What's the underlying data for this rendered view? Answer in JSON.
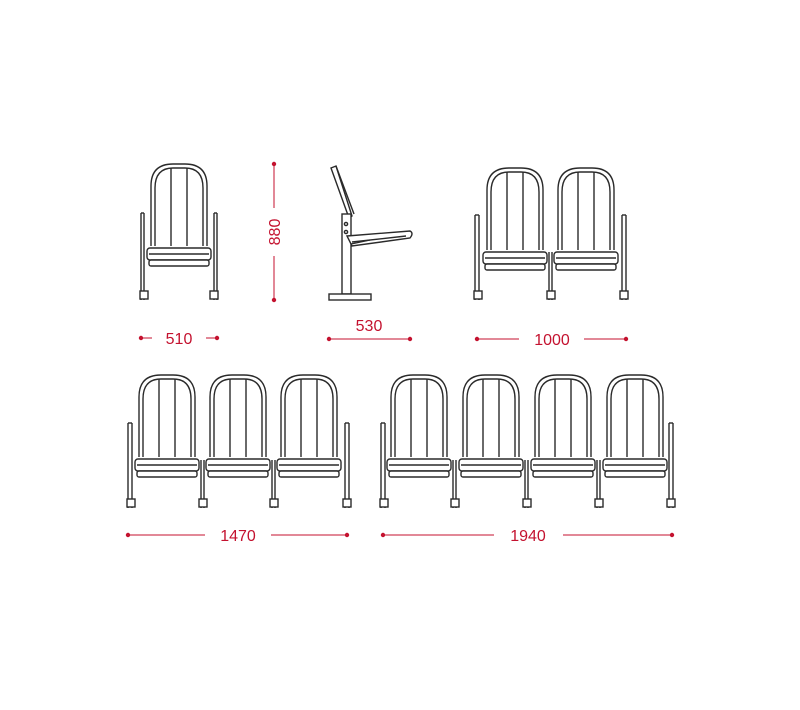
{
  "colors": {
    "dimension": "#c4122f",
    "outline": "#2a2a2a",
    "background": "#ffffff"
  },
  "dimensions": {
    "single_width": "510",
    "height": "880",
    "side_depth": "530",
    "double_width": "1000",
    "triple_width": "1470",
    "quad_width": "1940"
  }
}
